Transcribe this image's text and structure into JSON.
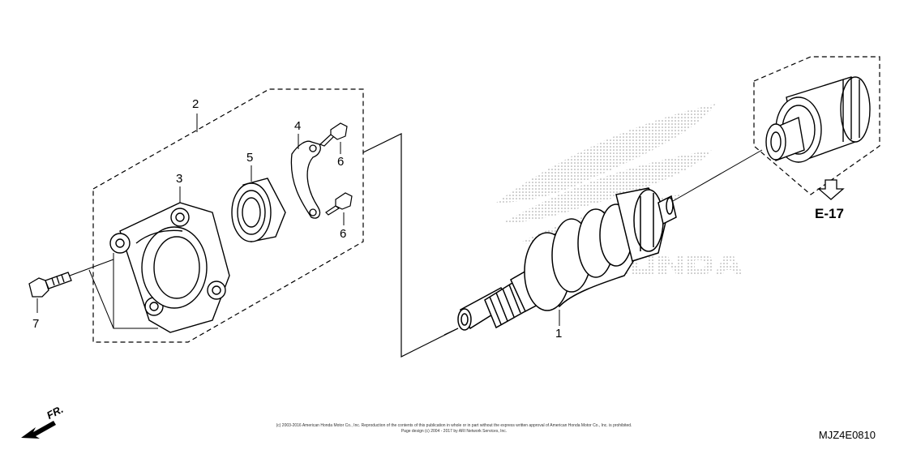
{
  "callouts": {
    "c1": "1",
    "c2": "2",
    "c3": "3",
    "c4": "4",
    "c5": "5",
    "c6a": "6",
    "c6b": "6",
    "c7": "7"
  },
  "reference": {
    "label": "E-17"
  },
  "direction": {
    "label": "FR."
  },
  "footer": {
    "copyright_line1": "(c) 2003-2016 American Honda Motor Co., Inc. Reproduction of the contents of this publication in whole or in part without the express written approval of American Honda Motor Co., Inc. is prohibited.",
    "copyright_line2": "Page design (c) 2004 - 2017 by ARI Network Services, Inc.",
    "diagram_code": "MJZ4E0810"
  },
  "watermark": {
    "brand": "HONDA"
  },
  "icons": {
    "direction": "front-arrow-icon",
    "reference": "hollow-down-arrow-icon"
  }
}
